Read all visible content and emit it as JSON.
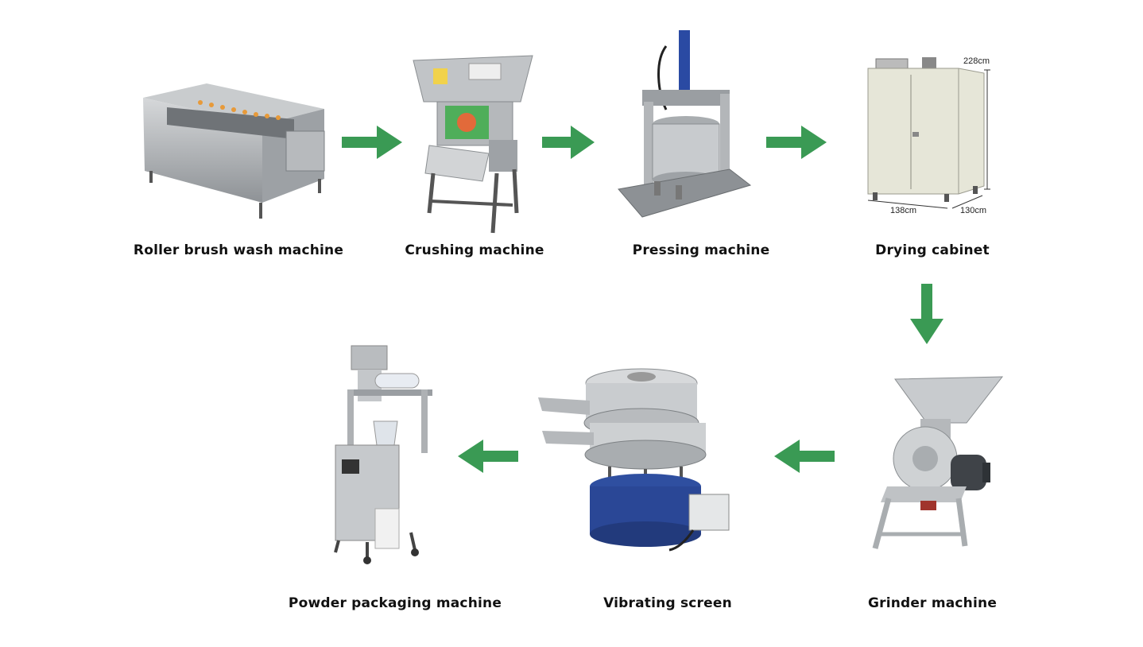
{
  "accent_color": "#3a9a54",
  "steel_color": "#b9bcbf",
  "machines": [
    {
      "label": "Roller brush wash machine",
      "image": "roller-brush-washer"
    },
    {
      "label": "Crushing machine",
      "image": "crusher"
    },
    {
      "label": "Pressing machine",
      "image": "hydraulic-press"
    },
    {
      "label": "Drying cabinet",
      "image": "drying-cabinet"
    },
    {
      "label": "Grinder machine",
      "image": "grinder"
    },
    {
      "label": "Vibrating screen",
      "image": "vibrating-sieve"
    },
    {
      "label": "Powder packaging machine",
      "image": "packaging-machine"
    }
  ],
  "dimensions": {
    "height": "228cm",
    "width": "138cm",
    "depth": "130cm"
  },
  "arrows": [
    "right",
    "right",
    "right",
    "down",
    "left",
    "left"
  ]
}
